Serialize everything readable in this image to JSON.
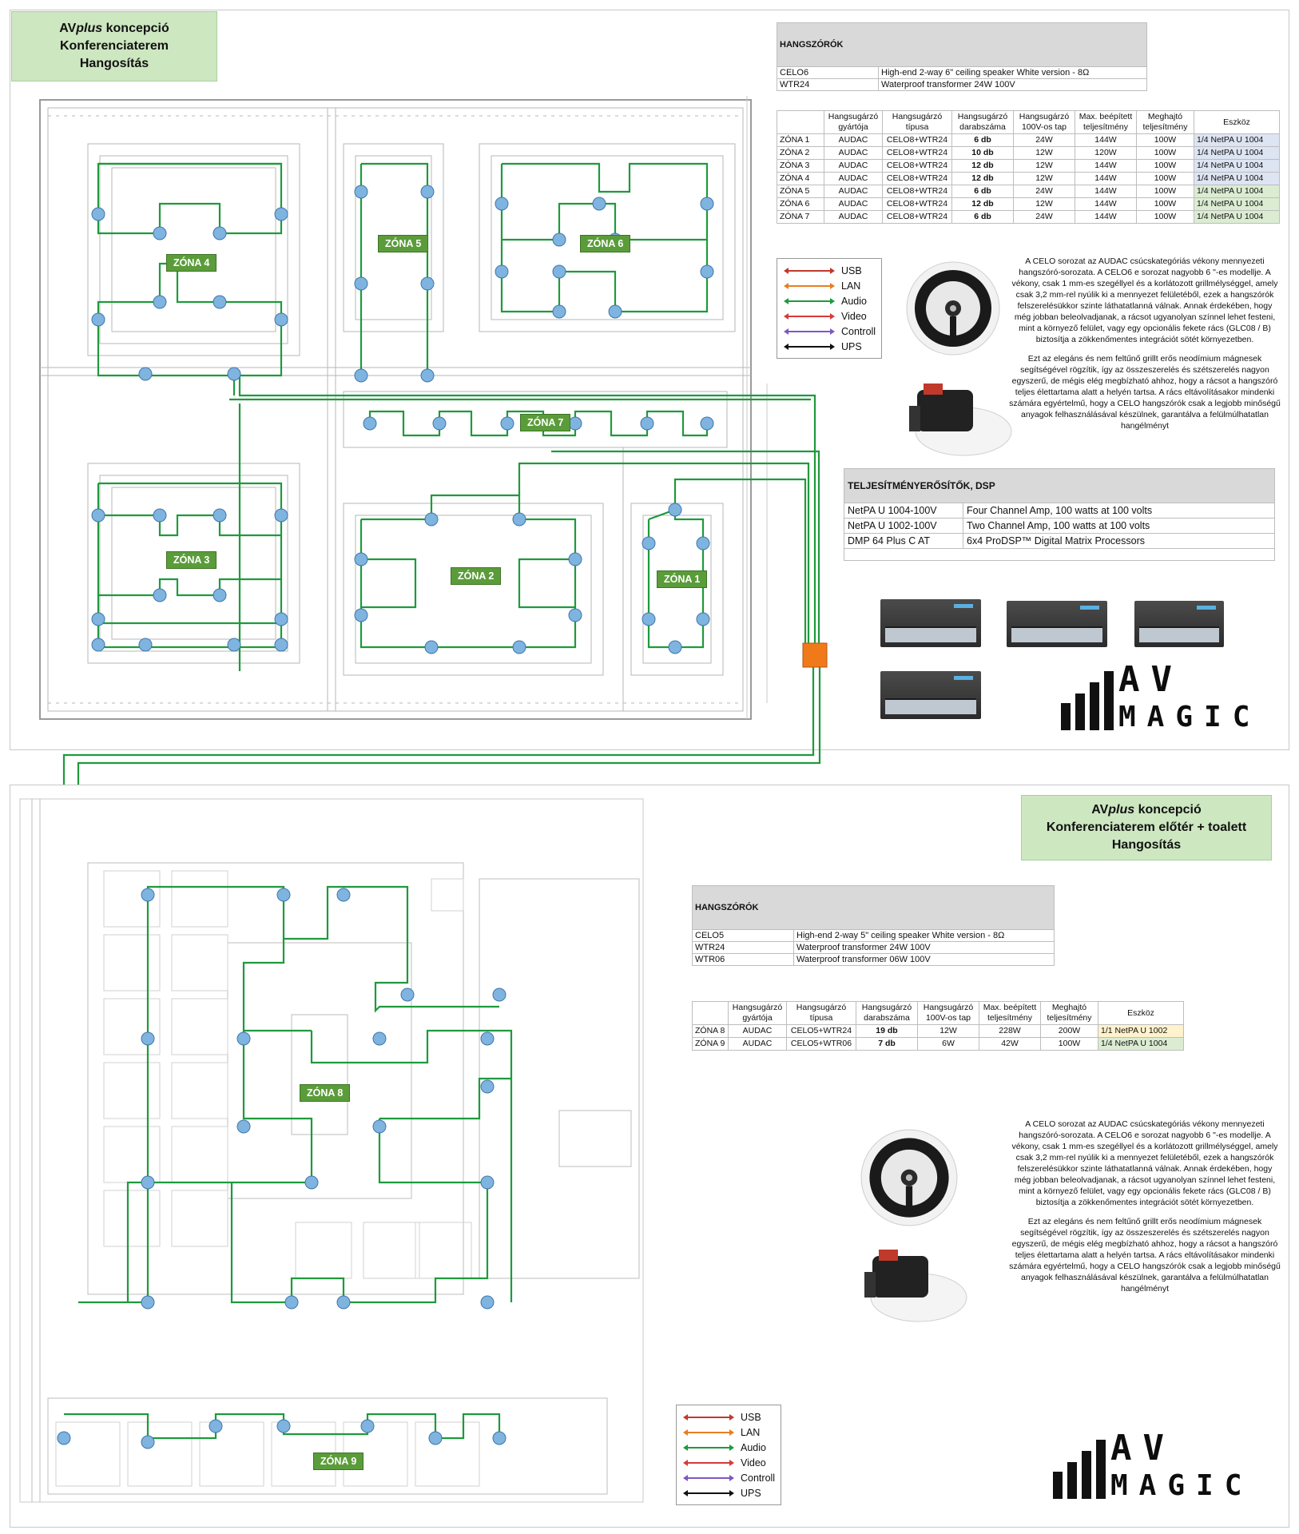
{
  "colors": {
    "audio": "#1e9a3c",
    "usb": "#c0392b",
    "lan": "#e67e22",
    "video": "#d63a3a",
    "control": "#7e57c2",
    "ups": "#111111",
    "title_bg": "#cde7c1",
    "zone_bg": "#5b9c3a",
    "speaker": "#7fb3e0",
    "orange_box": "#f07a1a"
  },
  "upper": {
    "title": {
      "brand_prefix": "AV",
      "brand_italic": "plus",
      "brand_suffix": " koncepció",
      "line2": "Konferenciaterem",
      "line3": "Hangosítás"
    },
    "speakers_table": {
      "header": "HANGSZÓRÓK",
      "rows": [
        {
          "model": "CELO6",
          "desc": "High-end 2-way 6\" ceiling speaker White version - 8Ω"
        },
        {
          "model": "WTR24",
          "desc": "Waterproof transformer 24W 100V"
        }
      ]
    },
    "zone_table": {
      "headers": [
        "",
        "Hangsugárzó gyártója",
        "Hangsugárzó típusa",
        "Hangsugárzó darabszáma",
        "Hangsugárzó 100V-os tap",
        "Max. beépített teljesítmény",
        "Meghajtó teljesítmény",
        "Eszköz"
      ],
      "rows": [
        {
          "zone": "ZÓNA 1",
          "maker": "AUDAC",
          "type": "CELO8+WTR24",
          "count": "6 db",
          "tap": "24W",
          "max": "144W",
          "drive": "100W",
          "device": "1/4 NetPA U 1004",
          "color": "blue"
        },
        {
          "zone": "ZÓNA 2",
          "maker": "AUDAC",
          "type": "CELO8+WTR24",
          "count": "10 db",
          "tap": "12W",
          "max": "120W",
          "drive": "100W",
          "device": "1/4 NetPA U 1004",
          "color": "blue"
        },
        {
          "zone": "ZÓNA 3",
          "maker": "AUDAC",
          "type": "CELO8+WTR24",
          "count": "12 db",
          "tap": "12W",
          "max": "144W",
          "drive": "100W",
          "device": "1/4 NetPA U 1004",
          "color": "blue"
        },
        {
          "zone": "ZÓNA 4",
          "maker": "AUDAC",
          "type": "CELO8+WTR24",
          "count": "12 db",
          "tap": "12W",
          "max": "144W",
          "drive": "100W",
          "device": "1/4 NetPA U 1004",
          "color": "blue"
        },
        {
          "zone": "ZÓNA 5",
          "maker": "AUDAC",
          "type": "CELO8+WTR24",
          "count": "6 db",
          "tap": "24W",
          "max": "144W",
          "drive": "100W",
          "device": "1/4 NetPA U 1004",
          "color": "green"
        },
        {
          "zone": "ZÓNA 6",
          "maker": "AUDAC",
          "type": "CELO8+WTR24",
          "count": "12 db",
          "tap": "12W",
          "max": "144W",
          "drive": "100W",
          "device": "1/4 NetPA U 1004",
          "color": "green"
        },
        {
          "zone": "ZÓNA 7",
          "maker": "AUDAC",
          "type": "CELO8+WTR24",
          "count": "6 db",
          "tap": "24W",
          "max": "144W",
          "drive": "100W",
          "device": "1/4 NetPA U 1004",
          "color": "green"
        }
      ]
    },
    "legend": [
      "USB",
      "LAN",
      "Audio",
      "Video",
      "Controll",
      "UPS"
    ],
    "desc_p1": "A CELO sorozat az AUDAC csúcskategóriás vékony mennyezeti hangszóró-sorozata. A CELO6 e sorozat nagyobb 6 \"-es modellje. A vékony, csak 1 mm-es szegéllyel és a korlátozott grillmélységgel, amely csak 3,2 mm-rel nyúlik ki a mennyezet felületéből, ezek a hangszórók felszerelésükkor szinte láthatatlanná válnak. Annak érdekében, hogy még jobban beleolvadjanak, a rácsot ugyanolyan színnel lehet festeni, mint a környező felület, vagy egy opcionális fekete rács (GLC08 / B) biztosítja a zökkenőmentes integrációt sötét környezetben.",
    "desc_p2": "Ezt az elegáns és nem feltűnő grillt erős neodímium mágnesek segítségével rögzítik, így az összeszerelés és szétszerelés nagyon egyszerű, de mégis elég megbízható ahhoz, hogy a rácsot a hangszóró teljes élettartama alatt a helyén tartsa. A rács eltávolításakor mindenki számára egyértelmű, hogy a CELO hangszórók csak a legjobb minőségű anyagok felhasználásával készülnek, garantálva a felülmúlhatatlan hangélményt",
    "amp_table": {
      "header": "TELJESÍTMÉNYERŐSÍTŐK, DSP",
      "rows": [
        {
          "model": "NetPA U 1004-100V",
          "desc": "Four Channel Amp, 100 watts at 100 volts"
        },
        {
          "model": "NetPA U 1002-100V",
          "desc": "Two Channel Amp, 100 watts at 100 volts"
        },
        {
          "model": "DMP 64 Plus C AT",
          "desc": "6x4 ProDSP™ Digital Matrix Processors"
        }
      ]
    },
    "zones": [
      {
        "label": "ZÓNA 4"
      },
      {
        "label": "ZÓNA 5"
      },
      {
        "label": "ZÓNA 6"
      },
      {
        "label": "ZÓNA 7"
      },
      {
        "label": "ZÓNA 3"
      },
      {
        "label": "ZÓNA 2"
      },
      {
        "label": "ZÓNA 1"
      }
    ],
    "logo": {
      "line1": "AV",
      "line2": "MAGIC"
    }
  },
  "lower": {
    "title": {
      "brand_prefix": "AV",
      "brand_italic": "plus",
      "brand_suffix": " koncepció",
      "line2": "Konferenciaterem előtér + toalett",
      "line3": "Hangosítás"
    },
    "speakers_table": {
      "header": "HANGSZÓRÓK",
      "rows": [
        {
          "model": "CELO5",
          "desc": "High-end 2-way 5\" ceiling speaker White version - 8Ω"
        },
        {
          "model": "WTR24",
          "desc": "Waterproof transformer 24W 100V"
        },
        {
          "model": "WTR06",
          "desc": "Waterproof transformer 06W 100V"
        }
      ]
    },
    "zone_table": {
      "headers": [
        "",
        "Hangsugárzó gyártója",
        "Hangsugárzó típusa",
        "Hangsugárzó darabszáma",
        "Hangsugárzó 100V-os tap",
        "Max. beépített teljesítmény",
        "Meghajtó teljesítmény",
        "Eszköz"
      ],
      "rows": [
        {
          "zone": "ZÓNA 8",
          "maker": "AUDAC",
          "type": "CELO5+WTR24",
          "count": "19 db",
          "tap": "12W",
          "max": "228W",
          "drive": "200W",
          "device": "1/1 NetPA U 1002",
          "color": "yellow"
        },
        {
          "zone": "ZÓNA 9",
          "maker": "AUDAC",
          "type": "CELO5+WTR06",
          "count": "7 db",
          "tap": "6W",
          "max": "42W",
          "drive": "100W",
          "device": "1/4 NetPA U 1004",
          "color": "green"
        }
      ]
    },
    "legend": [
      "USB",
      "LAN",
      "Audio",
      "Video",
      "Controll",
      "UPS"
    ],
    "zones": [
      {
        "label": "ZÓNA 8"
      },
      {
        "label": "ZÓNA 9"
      }
    ],
    "logo": {
      "line1": "AV",
      "line2": "MAGIC"
    }
  }
}
